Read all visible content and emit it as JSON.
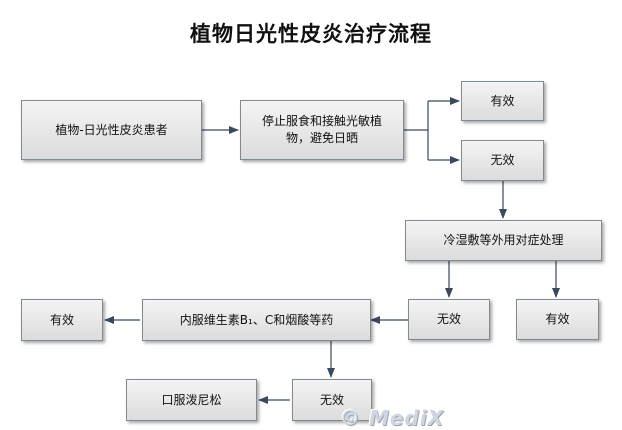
{
  "title": "植物日光性皮炎治疗流程",
  "nodes": {
    "patient": "植物-日光性皮炎患者",
    "stop_contact": "停止服食和接触光敏植物，避免日晒",
    "effective_1": "有效",
    "ineffective_1": "无效",
    "cold_compress": "冷湿敷等外用对症处理",
    "ineffective_2": "无效",
    "effective_2": "有效",
    "oral_vitamins": "内服维生素B₁、C和烟酸等药",
    "effective_3": "有效",
    "ineffective_3": "无效",
    "prednisone": "口服泼尼松"
  },
  "watermark": "© MediX",
  "colors": {
    "line": "#3a4a5c",
    "box_border": "#7f8a94"
  }
}
